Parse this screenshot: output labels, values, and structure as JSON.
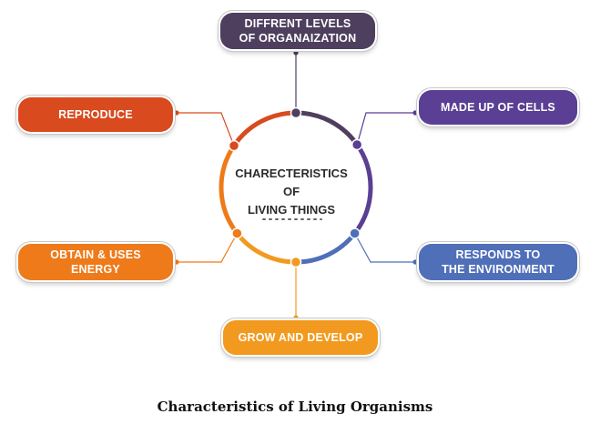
{
  "center": {
    "lines": [
      "CHARECTERISTICS",
      "OF",
      "LIVING THINGS"
    ]
  },
  "nodes": [
    {
      "id": "levels",
      "label": "DIFFRENT LEVELS\nOF ORGANAIZATION",
      "color": "#4e3f5e"
    },
    {
      "id": "cells",
      "label": "MADE UP OF CELLS",
      "color": "#5a3f94"
    },
    {
      "id": "responds",
      "label": "RESPONDS TO\nTHE ENVIRONMENT",
      "color": "#4f6fb8"
    },
    {
      "id": "grow",
      "label": "GROW AND DEVELOP",
      "color": "#f29a1f"
    },
    {
      "id": "energy",
      "label": "OBTAIN & USES\nENERGY",
      "color": "#ee7a1a"
    },
    {
      "id": "reproduce",
      "label": "REPRODUCE",
      "color": "#d94a1f"
    }
  ],
  "caption": "Characteristics of Living Organisms"
}
